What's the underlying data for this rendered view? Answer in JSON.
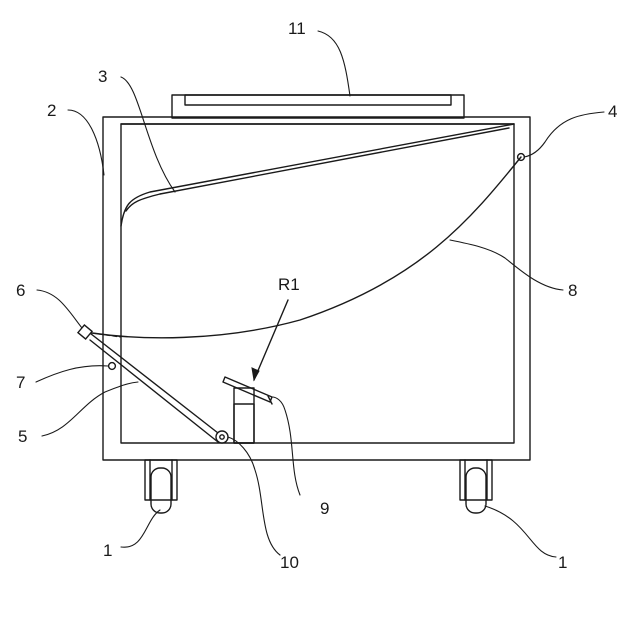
{
  "labels": {
    "l1_left": "1",
    "l1_right": "1",
    "l2": "2",
    "l3": "3",
    "l4": "4",
    "l5": "5",
    "l6": "6",
    "l7": "7",
    "l8": "8",
    "l9": "9",
    "l10": "10",
    "l11": "11",
    "r1": "R1"
  }
}
